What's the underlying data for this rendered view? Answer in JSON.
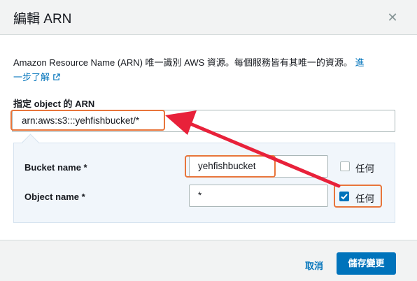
{
  "dialog": {
    "title": "編輯 ARN",
    "close_icon": "close-icon"
  },
  "description": {
    "text": "Amazon Resource Name (ARN) 唯一識別 AWS 資源。每個服務皆有其唯一的資源。",
    "learn_more_part1": "進",
    "learn_more_part2": "一步了解",
    "learn_more_icon": "external-link-icon"
  },
  "arn_field": {
    "label": "指定 object 的 ARN",
    "value": "arn:aws:s3:::yehfishbucket/*"
  },
  "bucket_name": {
    "label": "Bucket name *",
    "value": "yehfishbucket",
    "any_label": "任何",
    "any_checked": false
  },
  "object_name": {
    "label": "Object name *",
    "value": "*",
    "any_label": "任何",
    "any_checked": true
  },
  "footer": {
    "cancel_label": "取消",
    "save_label": "儲存變更"
  },
  "colors": {
    "accent": "#0073bb",
    "highlight": "#e8753b",
    "arrow": "#e8213a"
  }
}
